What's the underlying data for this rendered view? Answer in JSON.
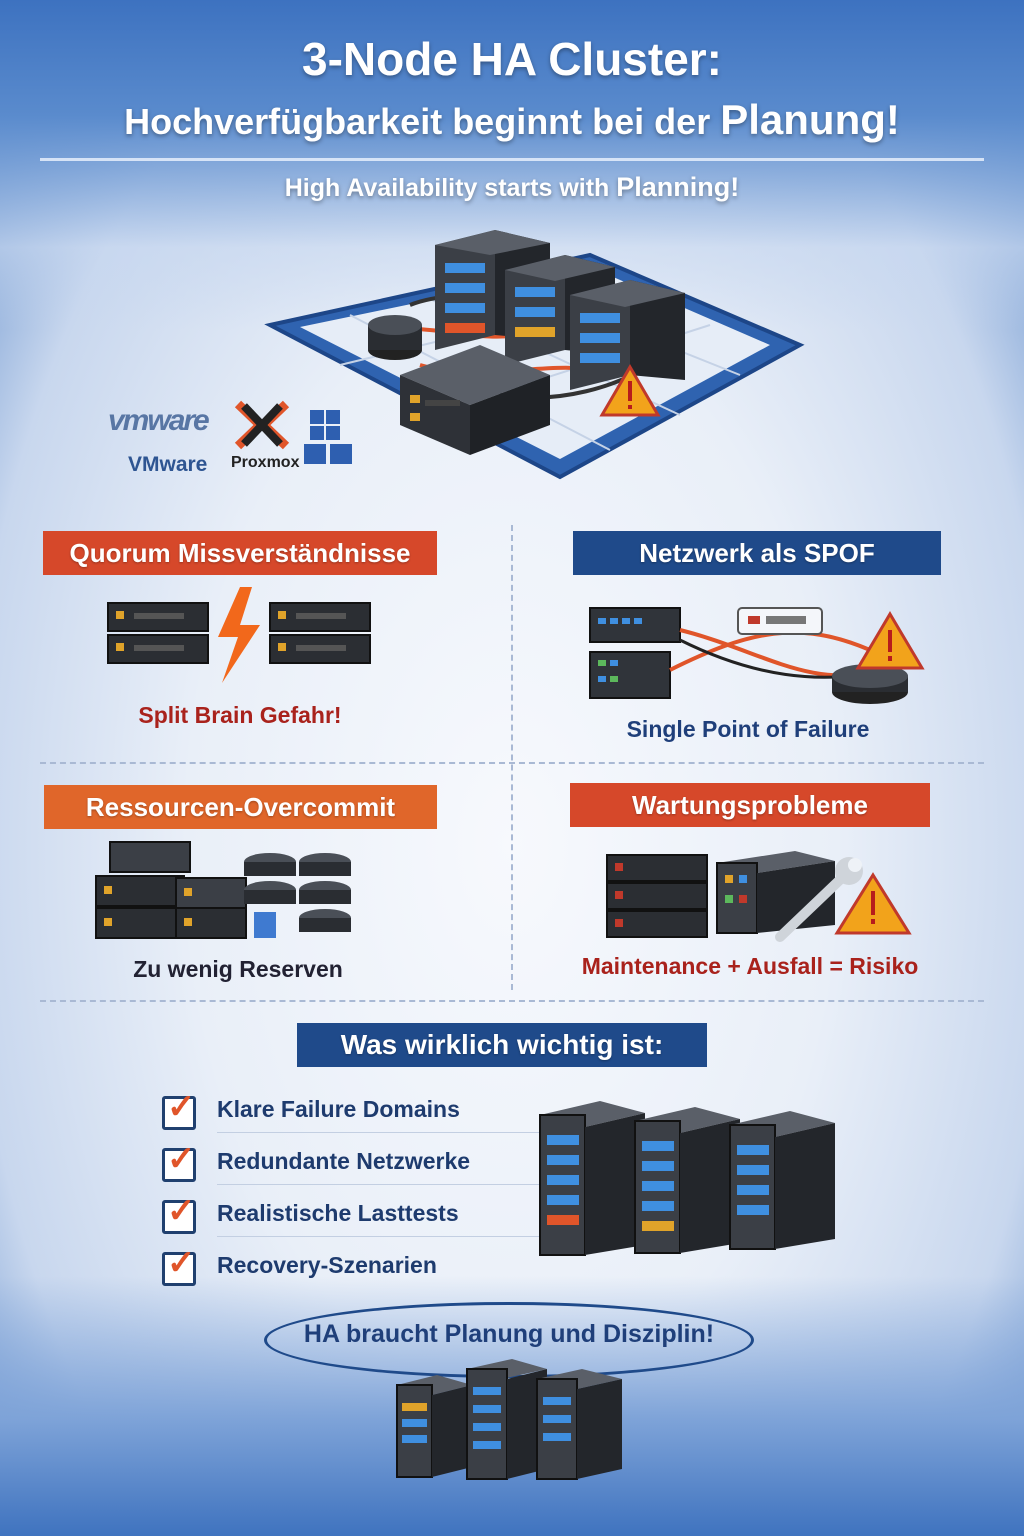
{
  "header": {
    "title_line1": "3-Node HA Cluster:",
    "title_line2_prefix": "Hochverfügbarkeit beginnt bei der",
    "title_line2_emphasis": "Planung!",
    "subtitle_prefix": "High Availability starts with",
    "subtitle_emphasis": "Planning!"
  },
  "platforms": {
    "vmware_logo": "vmware",
    "vmware_label": "VMware",
    "proxmox_label": "Proxmox"
  },
  "panels": [
    {
      "banner": "Quorum Missverständnisse",
      "caption": "Split Brain Gefahr!"
    },
    {
      "banner": "Netzwerk als SPOF",
      "caption": "Single Point of Failure"
    },
    {
      "banner": "Ressourcen-Overcommit",
      "caption": "Zu wenig Reserven"
    },
    {
      "banner": "Wartungsprobleme",
      "caption": "Maintenance + Ausfall = Risiko"
    }
  ],
  "checklist": {
    "heading": "Was wirklich wichtig ist:",
    "items": [
      "Klare Failure Domains",
      "Redundante Netzwerke",
      "Realistische Lasttests",
      "Recovery-Szenarien"
    ]
  },
  "closing": "HA braucht Planung und Disziplin!",
  "colors": {
    "brand_blue": "#1f4a8a",
    "alert_red": "#d6482a",
    "alert_orange": "#e0662a",
    "warning_yellow": "#f2a31b"
  },
  "icons": [
    "server-rack-icon",
    "warning-triangle-icon",
    "lightning-icon",
    "wrench-icon",
    "checkbox-icon",
    "network-switch-icon",
    "windows-logo-icon",
    "proxmox-logo-icon"
  ]
}
